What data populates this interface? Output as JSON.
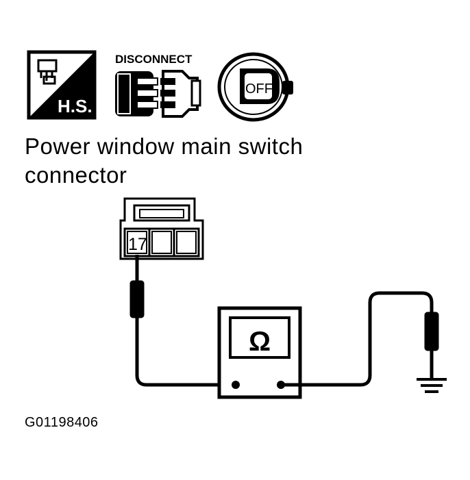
{
  "icons": {
    "hs_label": "H.S.",
    "disconnect_label": "DISCONNECT",
    "ignition_label": "OFF"
  },
  "title": {
    "line1": "Power window main switch",
    "line2": "connector"
  },
  "connector": {
    "terminal": "17"
  },
  "meter": {
    "symbol": "Ω"
  },
  "figure_code": "G01198406"
}
